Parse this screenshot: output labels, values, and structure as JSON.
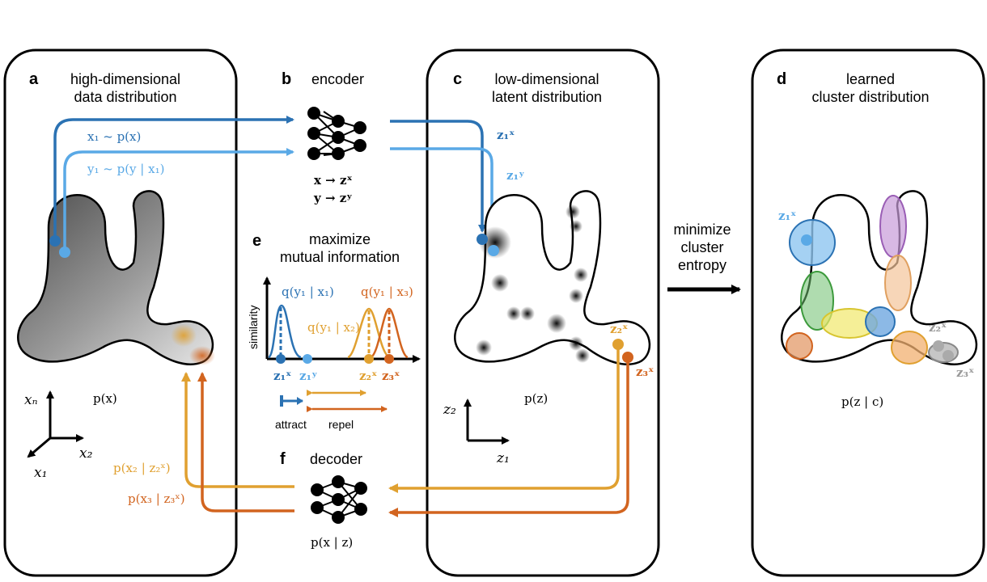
{
  "panels": {
    "a": {
      "letter": "a",
      "title_line1": "high-dimensional",
      "title_line2": "data distribution",
      "sample_x": "x₁ ~ p(x)",
      "sample_y": "y₁ ~ p(y | x₁)",
      "dist_label": "p(x)",
      "axes": {
        "x1": "x₁",
        "x2": "x₂",
        "xn": "xₙ"
      }
    },
    "b": {
      "letter": "b",
      "title": "encoder",
      "map_x": "x → zˣ",
      "map_y": "y → zʸ"
    },
    "c": {
      "letter": "c",
      "title_line1": "low-dimensional",
      "title_line2": "latent distribution",
      "z1x": "z₁ˣ",
      "z1y": "z₁ʸ",
      "z2x": "z₂ˣ",
      "z3x": "z₃ˣ",
      "dist_label": "p(z)",
      "axes": {
        "z1": "z₁",
        "z2": "z₂"
      }
    },
    "d": {
      "letter": "d",
      "title_line1": "learned",
      "title_line2": "cluster distribution",
      "z1x": "z₁ˣ",
      "z2x": "z₂ˣ",
      "z3x": "z₃ˣ",
      "dist_label": "p(z | c)"
    },
    "e": {
      "letter": "e",
      "title_line1": "maximize",
      "title_line2": "mutual information",
      "ylabel": "similarity",
      "q1": "q(y₁ | x₁)",
      "q2": "q(y₁ | x₂)",
      "q3": "q(y₁ | x₃)",
      "ticks": [
        "z₁ˣ",
        "z₁ʸ",
        "z₂ˣ",
        "z₃ˣ"
      ],
      "attract": "attract",
      "repel": "repel"
    },
    "f": {
      "letter": "f",
      "title": "decoder",
      "dist_label": "p(x | z)",
      "px2": "p(x₂ | z₂ˣ)",
      "px3": "p(x₃ | z₃ˣ)"
    }
  },
  "arrow_label": [
    "minimize",
    "cluster",
    "entropy"
  ],
  "colors": {
    "dark_blue": "#2b72b3",
    "light_blue": "#5aa9e6",
    "yellow_orange": "#e0a030",
    "dark_orange": "#d2641f"
  }
}
